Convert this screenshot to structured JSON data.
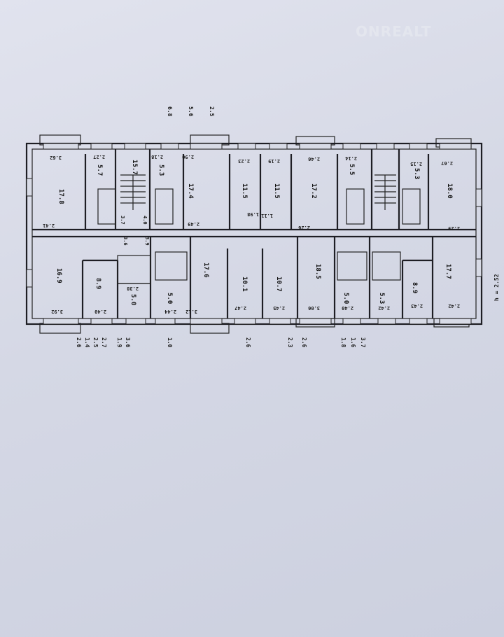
{
  "watermark": "ONREALT",
  "ceiling_height": "h = 2.52",
  "top_margin_notes": [
    "6.8",
    "5.6",
    "2.5"
  ],
  "bottom_margin_notes": [
    "2.6",
    "1.4",
    "2.5",
    "2.7",
    "1.9",
    "3.6",
    "1.0",
    "2.6",
    "2.3",
    "2.6",
    "1.8",
    "1.6",
    "3.7"
  ],
  "rooms_top": [
    {
      "area": "17.8",
      "w": "3.62",
      "d": "2.41"
    },
    {
      "area": "5.7",
      "w": "2.27"
    },
    {
      "area": "15.7"
    },
    {
      "area": "5.3",
      "w": "2.18"
    },
    {
      "area": "17.4",
      "w": "2.90",
      "d": "2.49"
    },
    {
      "area": "11.5",
      "w": "2.23"
    },
    {
      "area": "11.5",
      "w": "2.19"
    },
    {
      "area": "17.2",
      "w": "2.46",
      "d": "2.26"
    },
    {
      "area": "5.5",
      "w": "2.14"
    },
    {
      "area": "5.3",
      "w": "2.15"
    },
    {
      "area": "18.0",
      "w": "2.67",
      "d": "2.29"
    }
  ],
  "rooms_bottom": [
    {
      "area": "16.9",
      "w": "3.92"
    },
    {
      "area": "8.9",
      "w": "2.40"
    },
    {
      "area": "5.0",
      "w": "2.38"
    },
    {
      "area": "5.0",
      "w": "2.44"
    },
    {
      "area": "17.6",
      "w": "3.12"
    },
    {
      "area": "10.1",
      "w": "2.47"
    },
    {
      "area": "10.7",
      "w": "2.45"
    },
    {
      "area": "18.5",
      "w": "3.06"
    },
    {
      "area": "5.0",
      "w": "2.40"
    },
    {
      "area": "5.3",
      "w": "2.42"
    },
    {
      "area": "8.9",
      "w": "2.43"
    },
    {
      "area": "17.7",
      "w": "2.42"
    }
  ],
  "misc_dims": [
    "1.98",
    "1.11",
    "3.7",
    "4.0",
    "3.6",
    "3.9"
  ]
}
